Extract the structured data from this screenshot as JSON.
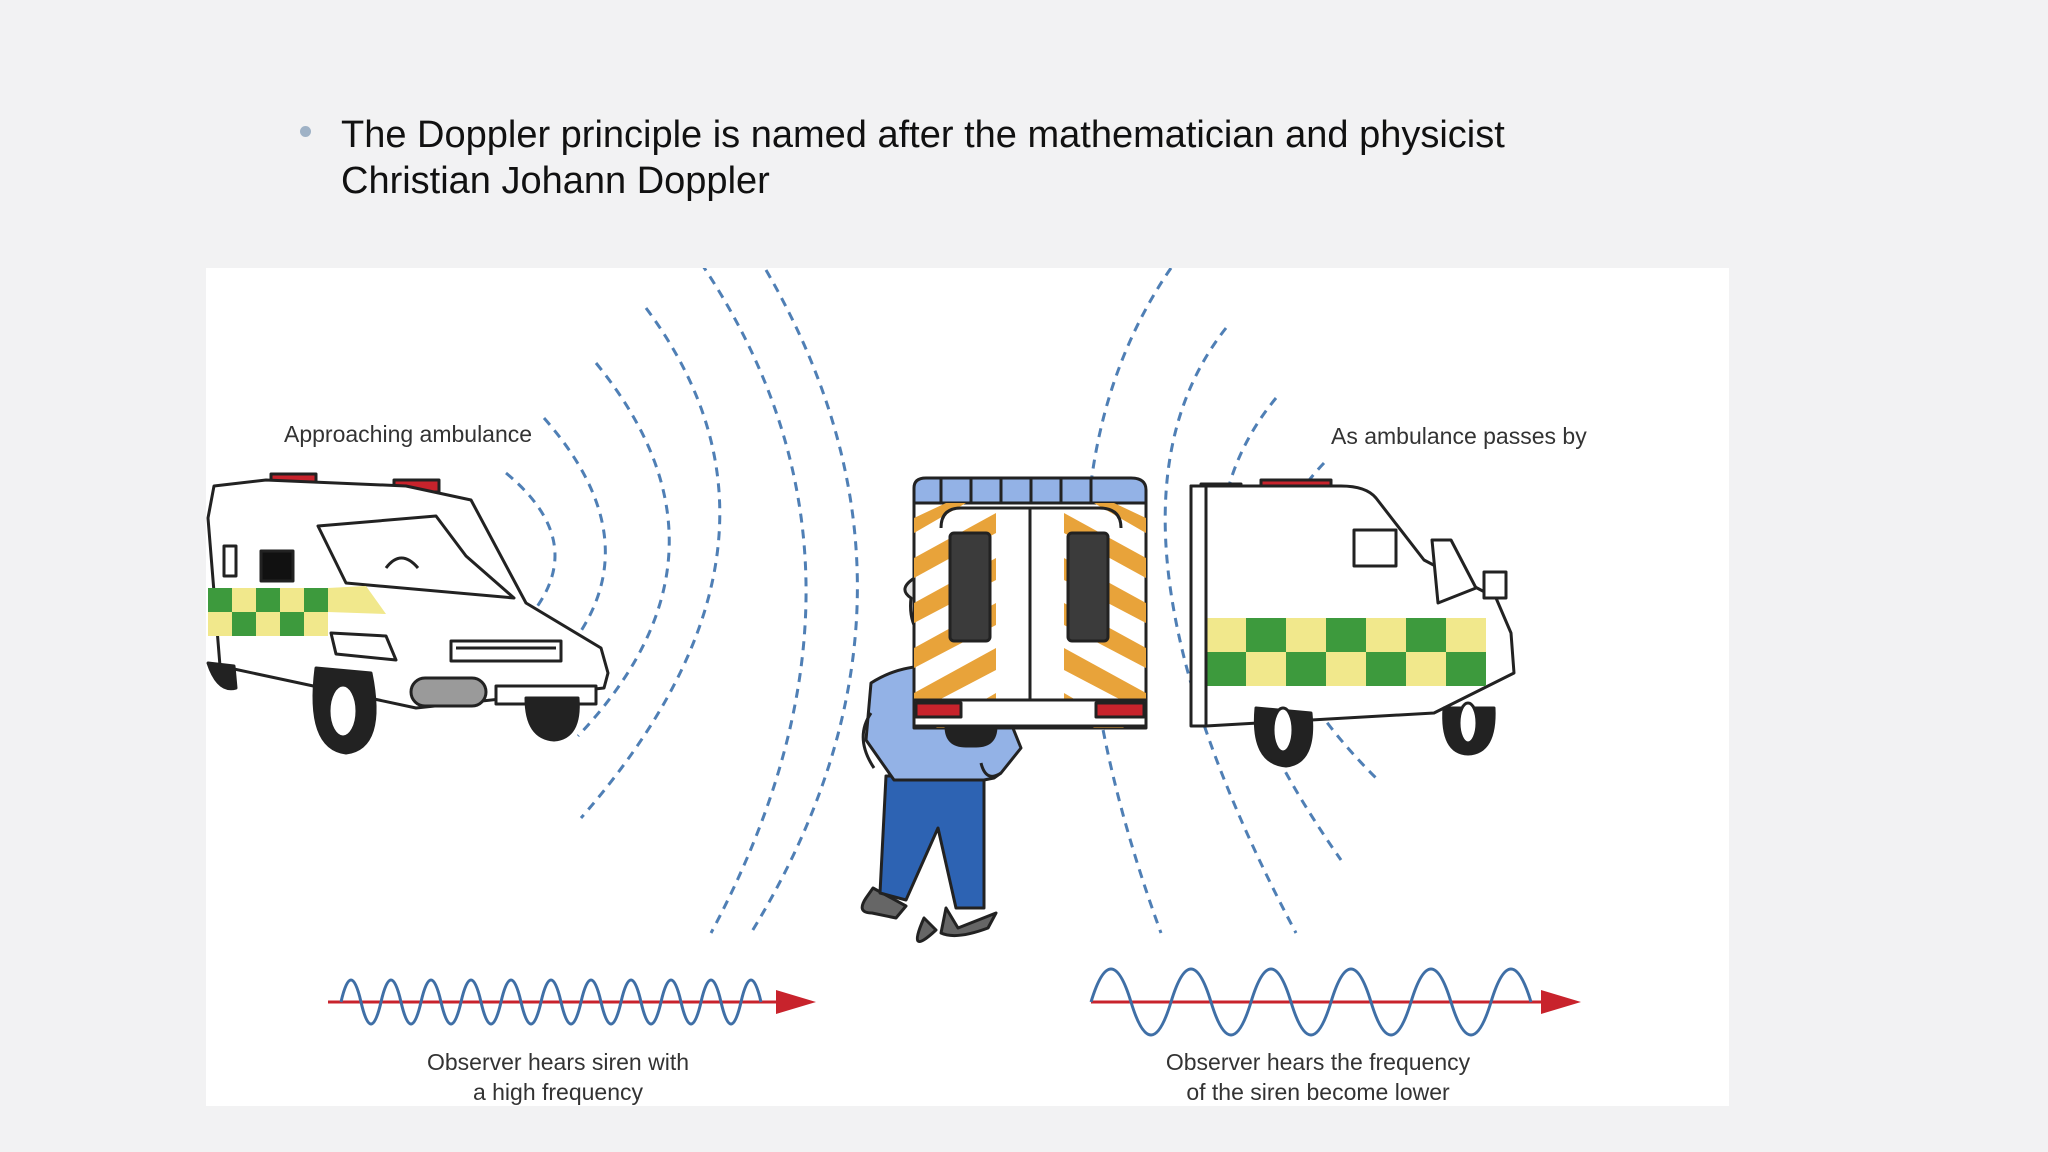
{
  "slide": {
    "bullets": [
      {
        "text": "The Doppler principle is named after the mathematician and physicist Christian Johann Doppler"
      }
    ]
  },
  "figure": {
    "left_label": "Approaching ambulance",
    "right_label": "As ambulance passes by",
    "left_caption_line1": "Observer hears siren with",
    "left_caption_line2": "a high frequency",
    "right_caption_line1": "Observer hears the frequency",
    "right_caption_line2": "of the siren become lower",
    "colors": {
      "wave_dash": "#4f7fb5",
      "wave_signal": "#3f6fa6",
      "arrow": "#c8232c",
      "ambulance_green": "#3d9a3d",
      "ambulance_yellow": "#f1e88c",
      "chevron_orange": "#e8a33a",
      "lightbar_red": "#c8232c",
      "shirt": "#93b2e6",
      "trousers": "#2d63b3"
    }
  }
}
